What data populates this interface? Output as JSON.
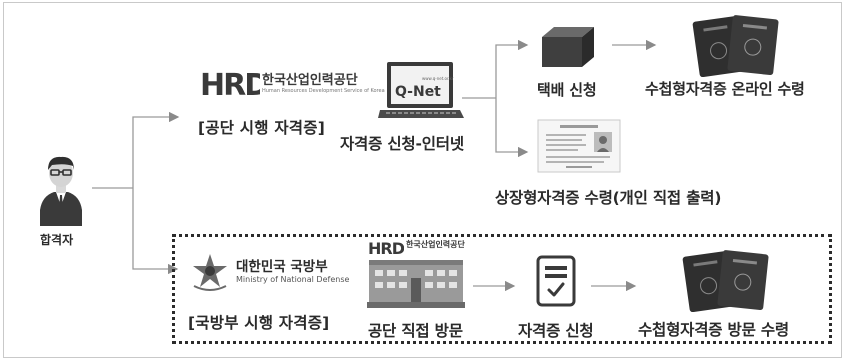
{
  "actor": {
    "label": "합격자"
  },
  "top_route": {
    "org_logo": {
      "abbr": "HRDK",
      "name_kr": "한국산업인력공단",
      "name_en": "Human Resources Development Service of Korea"
    },
    "exam_type": "[공단 시행 자격증]",
    "portal": {
      "logo_text": "Q-Net",
      "small_text": "www.q-net.or.kr"
    },
    "step_label": "자격증 신청-인터넷",
    "branches": [
      {
        "label": "택배 신청",
        "result_label": "수첩형자격증 온라인 수령"
      },
      {
        "label": "상장형자격증 수령(개인 직접 출력)"
      }
    ]
  },
  "bottom_route": {
    "org_logo": {
      "name_kr": "대한민국 국방부",
      "name_en": "Ministry of National Defense"
    },
    "exam_type": "[국방부 시행 자격증]",
    "visit_logo": {
      "abbr": "HRDK",
      "name_kr": "한국산업인력공단"
    },
    "steps": [
      "공단 직접 방문",
      "자격증 신청",
      "수첩형자격증 방문 수령"
    ]
  },
  "colors": {
    "line": "#9a9a9a",
    "arrow": "#8a8a8a",
    "icon_dark": "#3a3a3a",
    "dotted_border": "#2b2b2b"
  }
}
